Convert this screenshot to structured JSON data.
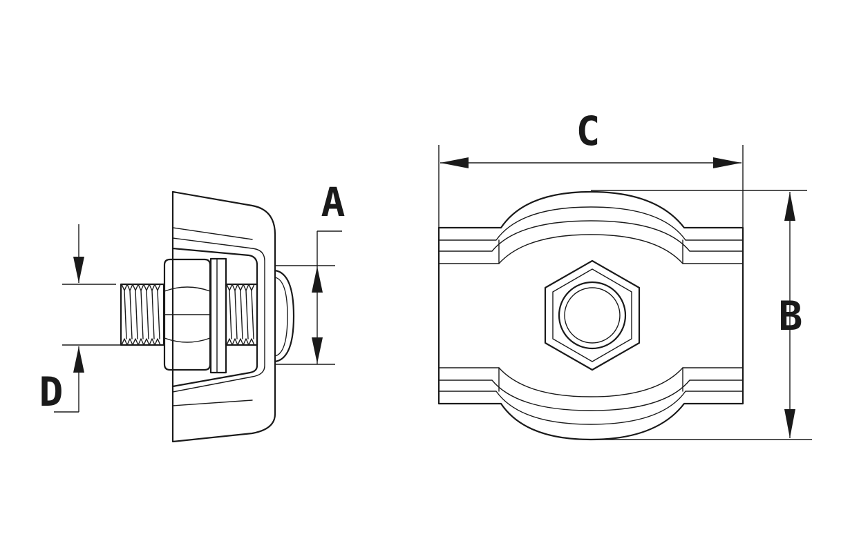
{
  "dimensions": {
    "a": {
      "label": "A"
    },
    "b": {
      "label": "B"
    },
    "c": {
      "label": "C"
    },
    "d": {
      "label": "D"
    }
  },
  "colors": {
    "line": "#1a1a1a",
    "background": "#ffffff"
  }
}
